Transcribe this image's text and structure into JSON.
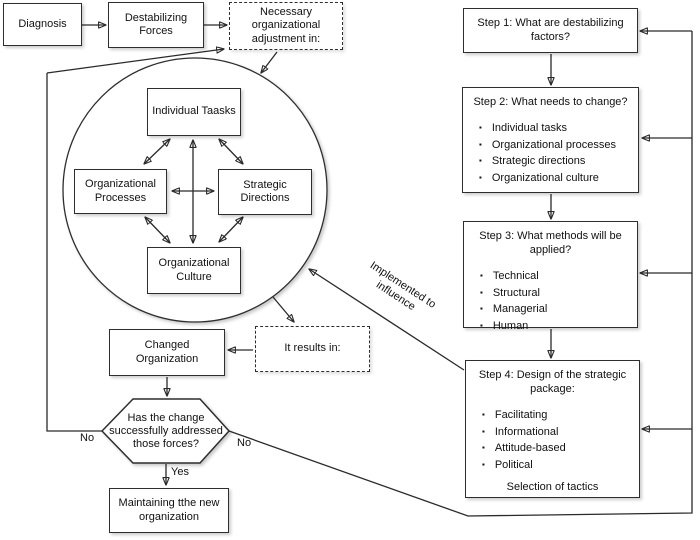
{
  "flow": {
    "diagnosis": "Diagnosis",
    "destabilizing_forces": "Destabilizing Forces",
    "necessary_adjustment": "Necessary organizational adjustment in:",
    "changed_organization": "Changed Organization",
    "it_results_in": "It results in:",
    "decision_question": "Has the change successfully addressed those forces?",
    "yes_label": "Yes",
    "no_label_left": "No",
    "no_label_right": "No",
    "maintaining": "Maintaining tthe new organization",
    "implemented_note": "Implemented to influence"
  },
  "circle": {
    "individual_tasks": "Individual Taasks",
    "organizational_processes": "Organizational Processes",
    "strategic_directions": "Strategic Directions",
    "organizational_culture": "Organizational Culture"
  },
  "steps": [
    {
      "title": "Step 1: What are destabilizing factors?",
      "bullets": [],
      "footer": ""
    },
    {
      "title": "Step 2: What needs to change?",
      "bullets": [
        "Individual tasks",
        "Organizational processes",
        "Strategic directions",
        "Organizational culture"
      ],
      "footer": ""
    },
    {
      "title": "Step 3: What methods will be applied?",
      "bullets": [
        "Technical",
        "Structural",
        "Managerial",
        "Human"
      ],
      "footer": ""
    },
    {
      "title": "Step 4: Design of the strategic package:",
      "bullets": [
        "Facilitating",
        "Informational",
        "Attitude-based",
        "Political"
      ],
      "footer": "Selection of tactics"
    }
  ],
  "colors": {
    "line": "#2a2a2a",
    "border": "#2e2e2e",
    "background": "#ffffff",
    "text": "#111111"
  }
}
